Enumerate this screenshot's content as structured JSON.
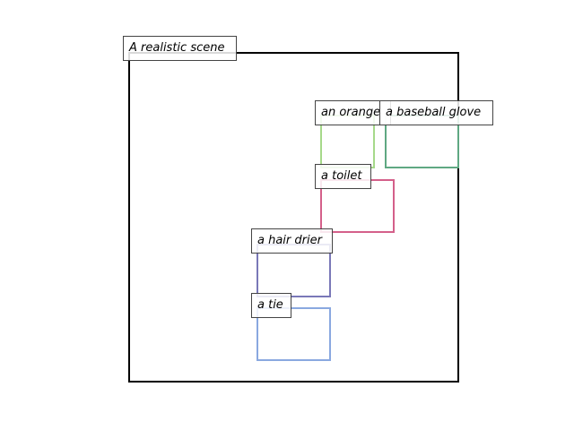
{
  "scene": {
    "title": "A realistic scene"
  },
  "objects": [
    {
      "label": "an orange",
      "color": "#a6d98a"
    },
    {
      "label": "a baseball glove",
      "color": "#5fa882"
    },
    {
      "label": "a toilet",
      "color": "#d4608a"
    },
    {
      "label": "a hair drier",
      "color": "#7a78b8"
    },
    {
      "label": "a tie",
      "color": "#8aa8e0"
    }
  ]
}
